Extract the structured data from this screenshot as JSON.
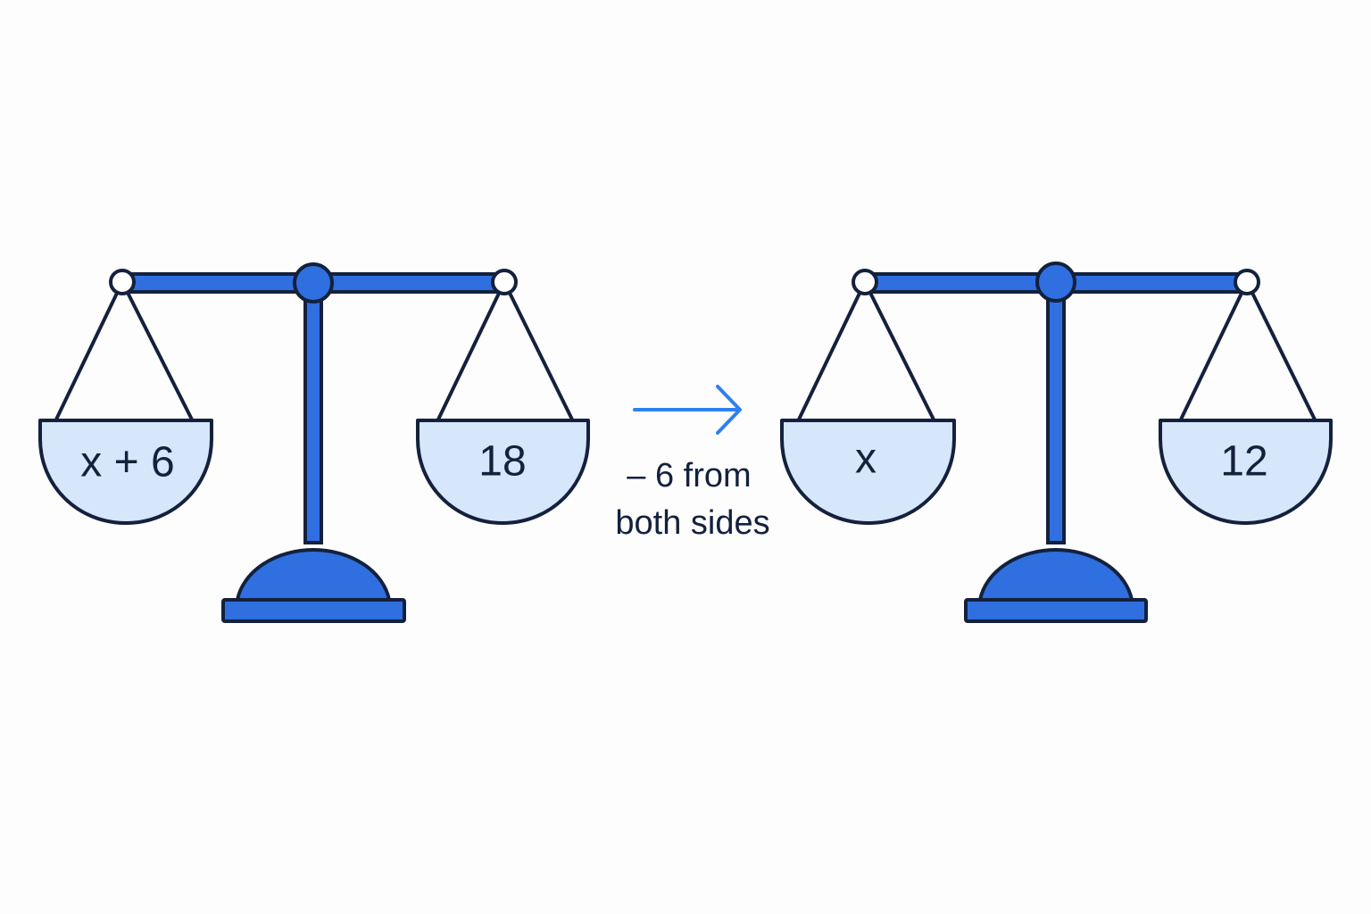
{
  "colors": {
    "beam": "#2f6fe0",
    "outline": "#14213d",
    "pan_fill": "#d6e6fb",
    "arrow": "#2f80ed",
    "pivot_fill": "#ffffff"
  },
  "before": {
    "left_pan": "x + 6",
    "right_pan": "18"
  },
  "operation": {
    "line1": "– 6 from",
    "line2": "both sides",
    "icon": "right-arrow-icon"
  },
  "after": {
    "left_pan": "x",
    "right_pan": "12"
  }
}
